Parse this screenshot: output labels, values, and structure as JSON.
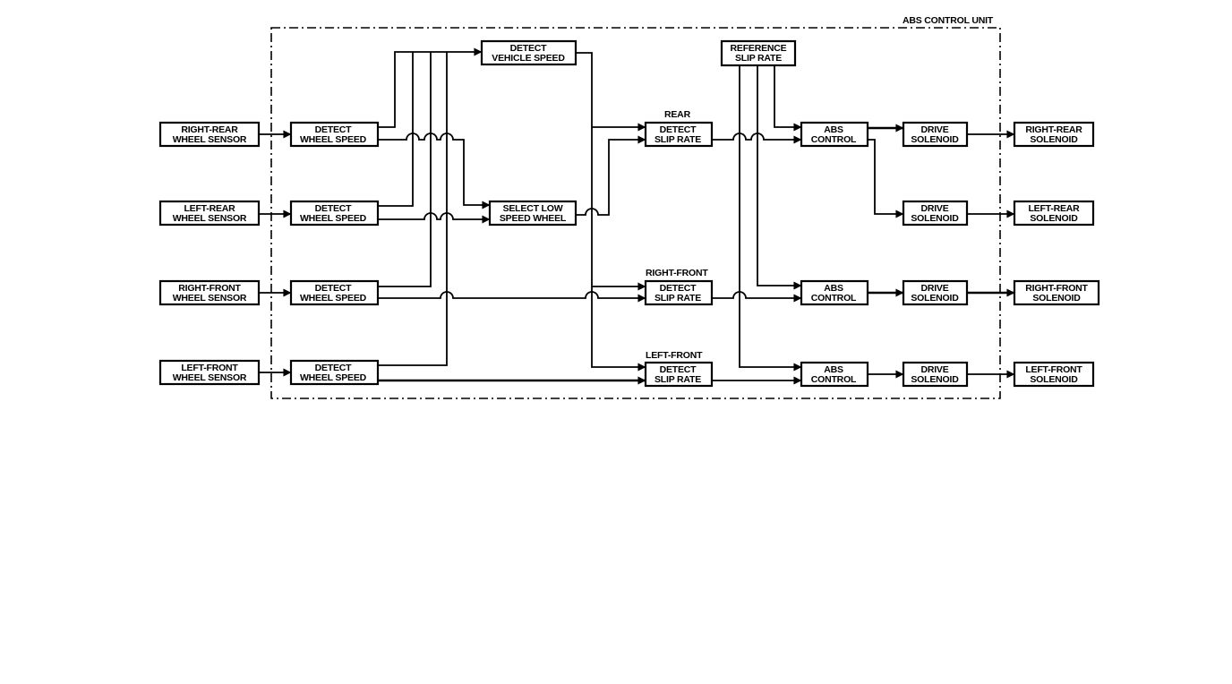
{
  "title": "ABS CONTROL UNIT",
  "sections": {
    "rear": "REAR",
    "right_front": "RIGHT-FRONT",
    "left_front": "LEFT-FRONT"
  },
  "sensors": [
    {
      "id": "rr",
      "lines": [
        "RIGHT-REAR",
        "WHEEL SENSOR"
      ]
    },
    {
      "id": "lr",
      "lines": [
        "LEFT-REAR",
        "WHEEL SENSOR"
      ]
    },
    {
      "id": "rf",
      "lines": [
        "RIGHT-FRONT",
        "WHEEL SENSOR"
      ]
    },
    {
      "id": "lf",
      "lines": [
        "LEFT-FRONT",
        "WHEEL SENSOR"
      ]
    }
  ],
  "wheel_speed": [
    {
      "id": "rr",
      "lines": [
        "DETECT",
        "WHEEL SPEED"
      ]
    },
    {
      "id": "lr",
      "lines": [
        "DETECT",
        "WHEEL SPEED"
      ]
    },
    {
      "id": "rf",
      "lines": [
        "DETECT",
        "WHEEL SPEED"
      ]
    },
    {
      "id": "lf",
      "lines": [
        "DETECT",
        "WHEEL SPEED"
      ]
    }
  ],
  "vehicle_speed": {
    "lines": [
      "DETECT",
      "VEHICLE SPEED"
    ]
  },
  "select_low": {
    "lines": [
      "SELECT LOW",
      "SPEED WHEEL"
    ]
  },
  "reference_slip": {
    "lines": [
      "REFERENCE",
      "SLIP RATE"
    ]
  },
  "slip_rate": [
    {
      "id": "rear",
      "lines": [
        "DETECT",
        "SLIP RATE"
      ]
    },
    {
      "id": "rf",
      "lines": [
        "DETECT",
        "SLIP RATE"
      ]
    },
    {
      "id": "lf",
      "lines": [
        "DETECT",
        "SLIP RATE"
      ]
    }
  ],
  "abs_control": [
    {
      "id": "rear",
      "lines": [
        "ABS",
        "CONTROL"
      ]
    },
    {
      "id": "rf",
      "lines": [
        "ABS",
        "CONTROL"
      ]
    },
    {
      "id": "lf",
      "lines": [
        "ABS",
        "CONTROL"
      ]
    }
  ],
  "drive": [
    {
      "id": "rr",
      "lines": [
        "DRIVE",
        "SOLENOID"
      ]
    },
    {
      "id": "lr",
      "lines": [
        "DRIVE",
        "SOLENOID"
      ]
    },
    {
      "id": "rf",
      "lines": [
        "DRIVE",
        "SOLENOID"
      ]
    },
    {
      "id": "lf",
      "lines": [
        "DRIVE",
        "SOLENOID"
      ]
    }
  ],
  "solenoids": [
    {
      "id": "rr",
      "lines": [
        "RIGHT-REAR",
        "SOLENOID"
      ]
    },
    {
      "id": "lr",
      "lines": [
        "LEFT-REAR",
        "SOLENOID"
      ]
    },
    {
      "id": "rf",
      "lines": [
        "RIGHT-FRONT",
        "SOLENOID"
      ]
    },
    {
      "id": "lf",
      "lines": [
        "LEFT-FRONT",
        "SOLENOID"
      ]
    }
  ]
}
